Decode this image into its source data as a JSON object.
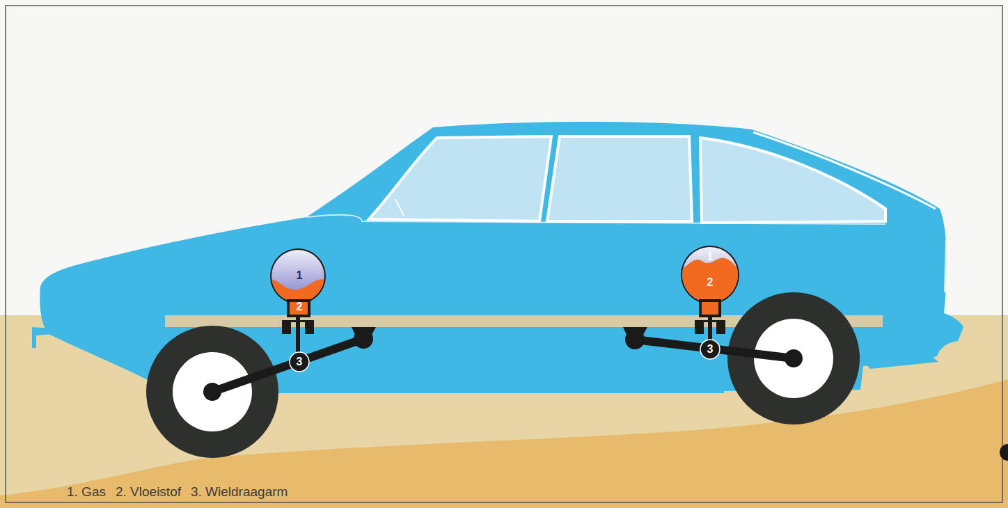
{
  "diagram": {
    "labels": [
      "1",
      "2",
      "3",
      "1",
      "2",
      "3",
      "1. Gas",
      "2. Vloeistof",
      "3. Wieldraagarm"
    ]
  }
}
